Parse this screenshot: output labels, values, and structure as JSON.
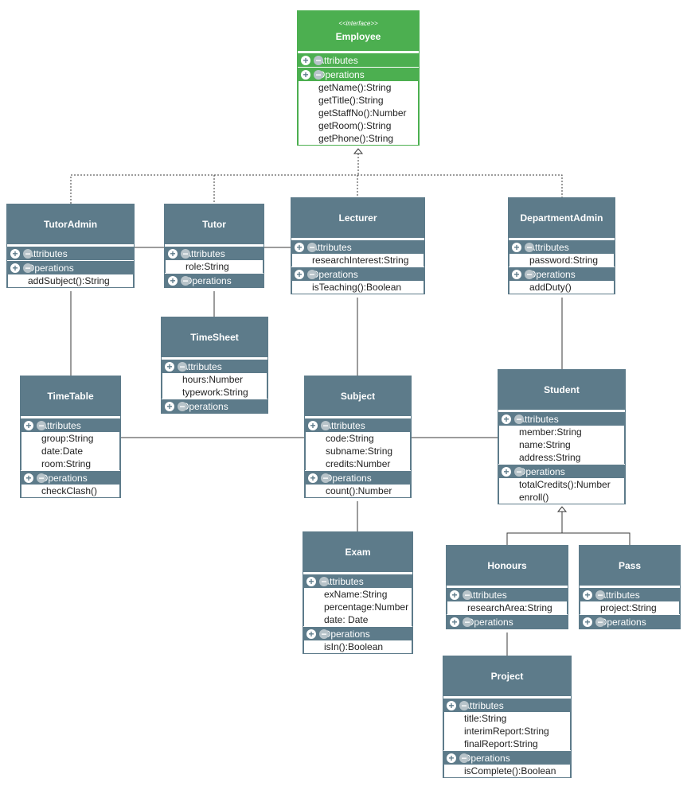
{
  "colors": {
    "header": "#5d7b8a",
    "interface": "#4caf50",
    "line": "#3a3a3a"
  },
  "sections": {
    "attributes": "Attributes",
    "operations": "Operations"
  },
  "classes": [
    {
      "id": "employee",
      "name": "Employee",
      "stereotype": "<<interface>>",
      "green": true,
      "attributes": null,
      "operations": [
        "getName():String",
        "getTitle():String",
        "getStaffNo():Number",
        "getRoom():String",
        "getPhone():String"
      ]
    },
    {
      "id": "tutoradmin",
      "name": "TutorAdmin",
      "attributes": null,
      "operations": [
        "addSubject():String"
      ]
    },
    {
      "id": "tutor",
      "name": "Tutor",
      "attributes": [
        "role:String"
      ],
      "operations": []
    },
    {
      "id": "lecturer",
      "name": "Lecturer",
      "attributes": [
        "researchInterest:String"
      ],
      "operations": [
        "isTeaching():Boolean"
      ]
    },
    {
      "id": "departmentadmin",
      "name": "DepartmentAdmin",
      "attributes": [
        "password:String"
      ],
      "operations": [
        "addDuty()"
      ]
    },
    {
      "id": "timesheet",
      "name": "TimeSheet",
      "attributes": [
        "hours:Number",
        "typework:String"
      ],
      "operations": []
    },
    {
      "id": "timetable",
      "name": "TimeTable",
      "attributes": [
        "group:String",
        "date:Date",
        "room:String"
      ],
      "operations": [
        "checkClash()"
      ]
    },
    {
      "id": "subject",
      "name": "Subject",
      "attributes": [
        "code:String",
        "subname:String",
        "credits:Number"
      ],
      "operations": [
        "count():Number"
      ]
    },
    {
      "id": "student",
      "name": "Student",
      "attributes": [
        "member:String",
        "name:String",
        "address:String"
      ],
      "operations": [
        "totalCredits():Number",
        "enroll()"
      ]
    },
    {
      "id": "exam",
      "name": "Exam",
      "attributes": [
        "exName:String",
        "percentage:Number",
        "date: Date"
      ],
      "operations": [
        "isIn():Boolean"
      ]
    },
    {
      "id": "honours",
      "name": "Honours",
      "attributes": [
        "researchArea:String"
      ],
      "operations": []
    },
    {
      "id": "pass",
      "name": "Pass",
      "attributes": [
        "project:String"
      ],
      "operations": []
    },
    {
      "id": "project",
      "name": "Project",
      "attributes": [
        "title:String",
        "interimReport:String",
        "finalReport:String"
      ],
      "operations": [
        "isComplete():Boolean"
      ]
    }
  ]
}
